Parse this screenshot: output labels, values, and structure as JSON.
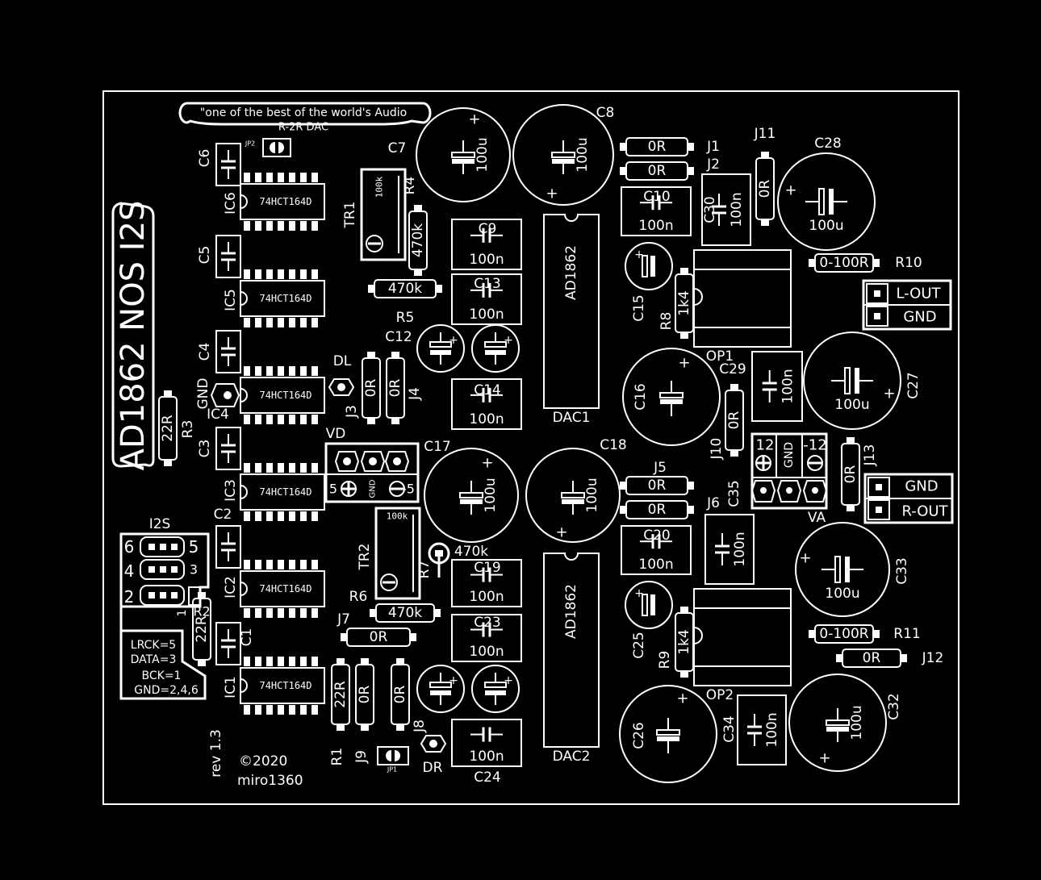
{
  "board": {
    "slogan_line1": "\"one of the best of the world's Audio",
    "slogan_line2": "R-2R DAC",
    "title": "AD1862 NOS I2S",
    "revision": "rev 1.3",
    "copyright": "©2020",
    "author": "miro1360"
  },
  "i2s_legend": [
    "LRCK=5",
    "DATA=3",
    "BCK=1",
    "GND=2,4,6"
  ],
  "labels": {
    "i2s": "I2S",
    "vd": "VD",
    "va": "VA",
    "gnd": "GND",
    "dl": "DL",
    "dr": "DR",
    "dac1": "DAC1",
    "dac2": "DAC2",
    "op1": "OP1",
    "op2": "OP2",
    "jp1": "JP1",
    "jp2": "JP2",
    "chip_ad1862": "AD1862",
    "shift_reg": "74HCT164D",
    "trim_value": "100k",
    "jumper_val": "0R",
    "res_470k": "470k",
    "res_22r": "22R",
    "res_1k4": "1k4",
    "res_0_100r": "0-100R",
    "cap_100n": "100n",
    "cap_100u": "100u",
    "vd_pin5": "5",
    "vd_pinneg5": "-5",
    "va_pin12": "12",
    "va_pinneg12": "-12",
    "plus": "+",
    "one": "1"
  },
  "i2s_pins": {
    "p6": "6",
    "p5": "5",
    "p4": "4",
    "p3": "3",
    "p2": "2",
    "p1": "1"
  },
  "outputs": {
    "l_out": "L-OUT",
    "l_gnd": "GND",
    "r_gnd": "GND",
    "r_out": "R-OUT"
  },
  "refdes": {
    "C1": "C1",
    "C2": "C2",
    "C3": "C3",
    "C4": "C4",
    "C5": "C5",
    "C6": "C6",
    "C7": "C7",
    "C8": "C8",
    "C9": "C9",
    "C10": "C10",
    "C12": "C12",
    "C13": "C13",
    "C14": "C14",
    "C15": "C15",
    "C16": "C16",
    "C17": "C17",
    "C18": "C18",
    "C19": "C19",
    "C20": "C20",
    "C23": "C23",
    "C24": "C24",
    "C25": "C25",
    "C26": "C26",
    "C27": "C27",
    "C28": "C28",
    "C29": "C29",
    "C30": "C30",
    "C32": "C32",
    "C33": "C33",
    "C34": "C34",
    "C35": "C35",
    "IC1": "IC1",
    "IC2": "IC2",
    "IC3": "IC3",
    "IC4": "IC4",
    "IC5": "IC5",
    "IC6": "IC6",
    "R1": "R1",
    "R2": "R2",
    "R3": "R3",
    "R4": "R4",
    "R5": "R5",
    "R6": "R6",
    "R7": "R7",
    "R8": "R8",
    "R9": "R9",
    "R10": "R10",
    "R11": "R11",
    "J1": "J1",
    "J2": "J2",
    "J3": "J3",
    "J4": "J4",
    "J5": "J5",
    "J6": "J6",
    "J7": "J7",
    "J8": "J8",
    "J9": "J9",
    "J10": "J10",
    "J11": "J11",
    "J12": "J12",
    "J13": "J13",
    "TR1": "TR1",
    "TR2": "TR2"
  },
  "colors": {
    "background": "#000000",
    "silkscreen": "#ffffff"
  }
}
